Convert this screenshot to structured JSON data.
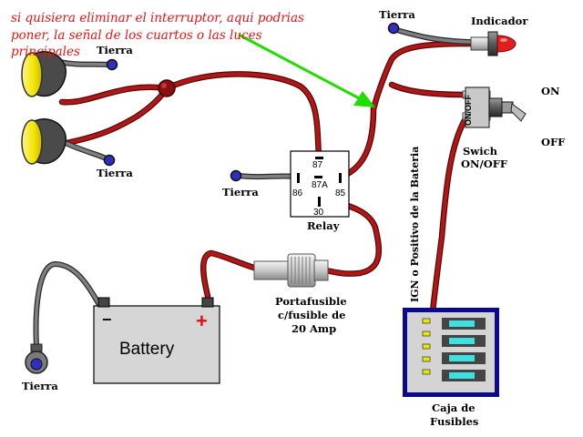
{
  "note": {
    "line1": "si quisiera eliminar el interruptor, aqui podrias",
    "line2": "poner, la señal de los cuartos o las luces",
    "line3": "principales",
    "color": "#ee1111"
  },
  "labels": {
    "tierra": "Tierra",
    "indicador": "Indicador",
    "on": "ON",
    "off": "OFF",
    "switch_onoff": "ON/OFF",
    "swich_line1": "Swich",
    "swich_line2": "ON/OFF",
    "relay": "Relay",
    "pin_87": "87",
    "pin_87a": "87A",
    "pin_86": "86",
    "pin_85": "85",
    "pin_30": "30",
    "ign": "IGN o Positivo de la Bateria",
    "porta_line1": "Portafusible",
    "porta_line2": "c/fusible de",
    "porta_line3": "20 Amp",
    "battery": "Battery",
    "battery_minus": "−",
    "battery_plus": "+",
    "caja_line1": "Caja de",
    "caja_line2": "Fusibles"
  },
  "colors": {
    "wire": "#b01818",
    "wire_edge": "#5a0606",
    "ground_wire": "#555555",
    "arrow": "#22dd00",
    "lamp_yellow": "#f2e600",
    "ground_blue": "#3030c0",
    "fuse_box_blue": "#0a0a8a",
    "fuse_cyan": "#40e0e0",
    "indicator_red": "#e02020"
  },
  "icons": {
    "lamp": "headlight-icon",
    "ground": "ground-terminal-icon",
    "arrow": "arrow-icon"
  }
}
